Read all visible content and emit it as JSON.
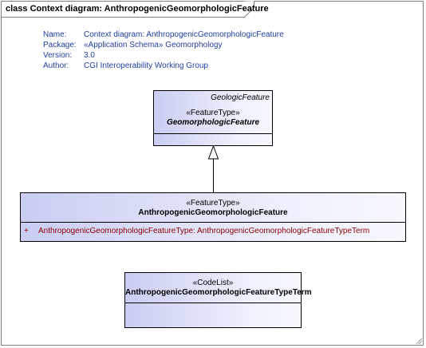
{
  "frame": {
    "title": "class Context diagram: AnthropogenicGeomorphologicFeature"
  },
  "meta": {
    "rows": [
      {
        "key": "Name:",
        "value": "Context diagram: AnthropogenicGeomorphologicFeature"
      },
      {
        "key": "Package:",
        "value": "«Application Schema» Geomorphology"
      },
      {
        "key": "Version:",
        "value": "3.0"
      },
      {
        "key": "Author:",
        "value": "CGI Interoperability Working Group"
      }
    ]
  },
  "classes": {
    "geomorphologic": {
      "parent_label": "GeologicFeature",
      "stereotype": "«FeatureType»",
      "name": "GeomorphologicFeature"
    },
    "anthropogenic": {
      "stereotype": "«FeatureType»",
      "name": "AnthropogenicGeomorphologicFeature",
      "attributes": [
        {
          "visibility": "+",
          "text": "AnthropogenicGeomorphologicFeatureType:  AnthropogenicGeomorphologicFeatureTypeTerm"
        }
      ]
    },
    "typeterm": {
      "stereotype": "«CodeList»",
      "name": "AnthropogenicGeomorphologicFeatureTypeTerm"
    }
  },
  "colors": {
    "frame_border": "#7f7f7f",
    "meta_text": "#1f3f9f",
    "attribute_text": "#8b0000",
    "class_fill_start": "#c9cdf2",
    "class_fill_end": "#f7f8fe"
  }
}
